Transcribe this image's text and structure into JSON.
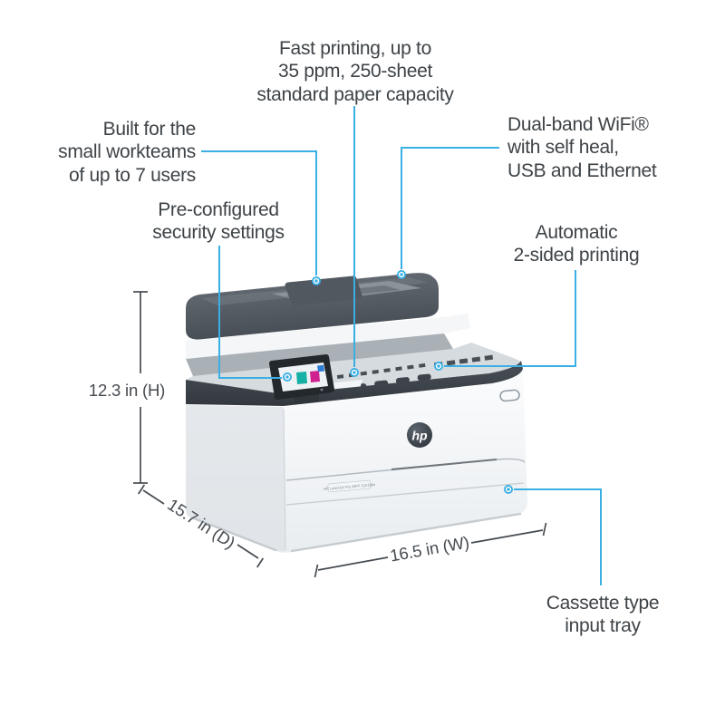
{
  "page": {
    "background": "#ffffff",
    "description": "HP multifunction laser printer product infographic with feature callouts and dimensions"
  },
  "annotations": {
    "fast_printing": {
      "lines": [
        "Fast printing, up to",
        "35 ppm, 250-sheet",
        "standard paper capacity"
      ]
    },
    "built_for": {
      "lines": [
        "Built for the",
        "small workteams",
        "of up to 7 users"
      ]
    },
    "preconfigured": {
      "lines": [
        "Pre-configured",
        "security settings"
      ]
    },
    "dual_band": {
      "lines": [
        "Dual-band WiFi®",
        "with self heal,",
        "USB and Ethernet"
      ]
    },
    "automatic": {
      "lines": [
        "Automatic",
        "2-sided printing"
      ]
    },
    "cassette": {
      "lines": [
        "Cassette type",
        "input tray"
      ]
    }
  },
  "dimensions": {
    "height": "12.3 in (H)",
    "depth": "15.7 in (D)",
    "width": "16.5 in (W)"
  },
  "printer": {
    "brand": "hp",
    "model_label": "HP LaserJet Pro MFP 3101fdw"
  },
  "colors": {
    "callout_blue": "#3aafe4",
    "text_dark": "#3e4347",
    "dimension_gray": "#464b50",
    "adf_dark": "#4d545b",
    "deck_dark": "#3d444b",
    "body_white": "#f7f9fa",
    "screen_teal": "#17b0a4",
    "screen_magenta": "#cf2290"
  }
}
